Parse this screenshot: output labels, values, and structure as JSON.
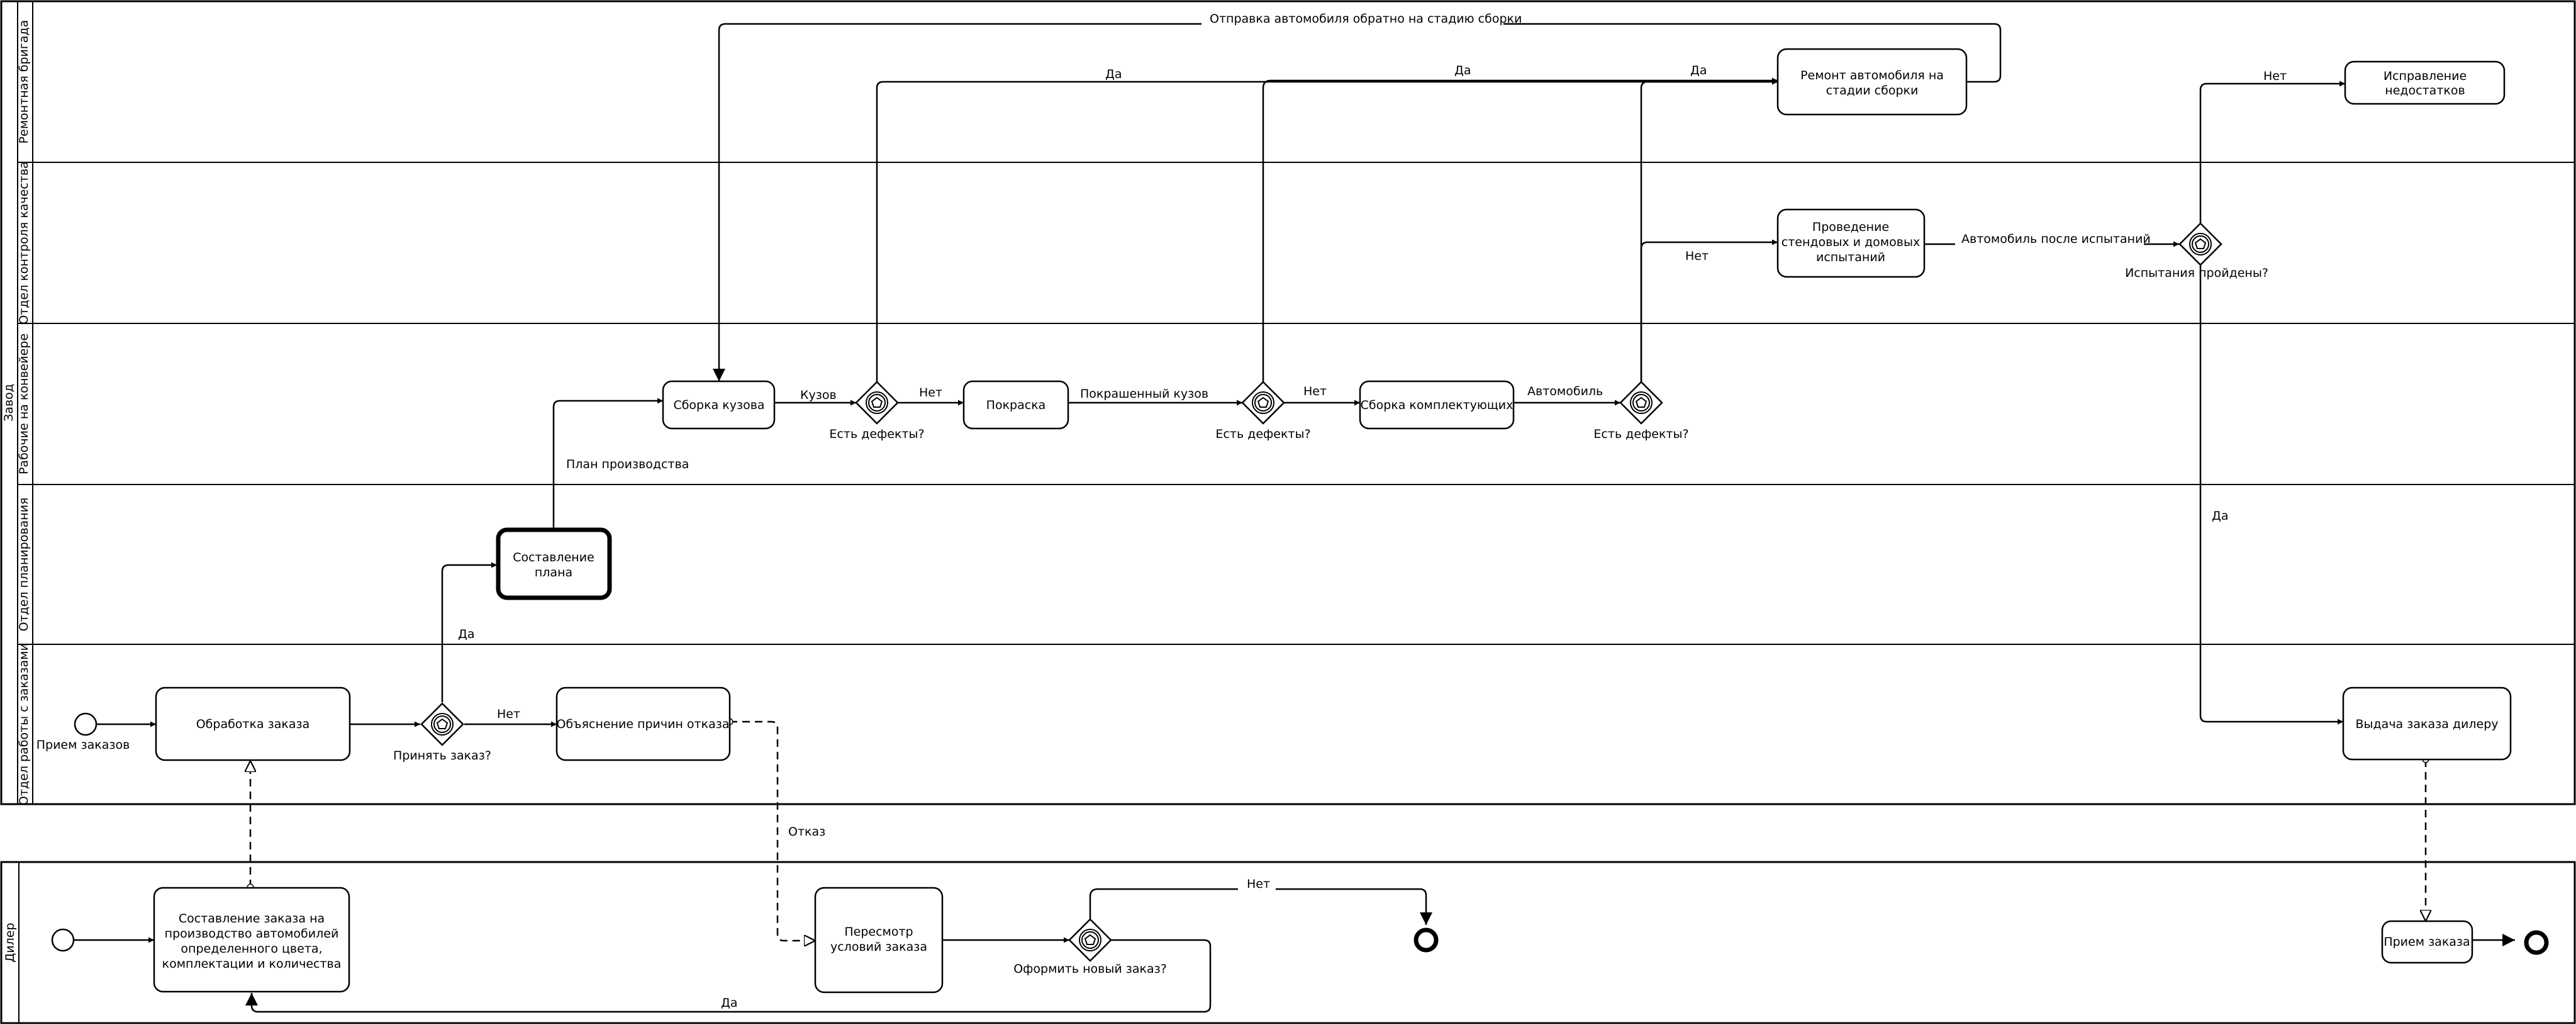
{
  "pools": {
    "factory": "Завод",
    "dealer": "Дилер"
  },
  "lanes": {
    "repair": "Ремонтная бригада",
    "quality": "Отдел контроля качества",
    "assembly": "Рабочие на конвейере",
    "planning": "Отдел планирования",
    "orders": "Отдел работы с заказами"
  },
  "tasks": {
    "body_assembly": "Сборка кузова",
    "painting": "Покраска",
    "components_assembly": "Сборка комплектующих",
    "repair_line1": "Ремонт автомобиля на",
    "repair_line2": "стадии сборки",
    "testing_line1": "Проведение",
    "testing_line2": "стендовых и домовых",
    "testing_line3": "испытаний",
    "fix_line1": "Исправление",
    "fix_line2": "недостатков",
    "plan_line1": "Составление",
    "plan_line2": "плана",
    "order_processing": "Обработка заказа",
    "explain_reject": "Объяснение причин отказа",
    "deliver_to_dealer": "Выдача заказа дилеру",
    "compose_line1": "Составление заказа на",
    "compose_line2": "производство автомобилей",
    "compose_line3": "определенного цвета,",
    "compose_line4": "комплектации и количества",
    "revise_line1": "Пересмотр",
    "revise_line2": "условий заказа",
    "receive_order": "Прием заказа"
  },
  "gateways": {
    "defects1": "Есть дефекты?",
    "defects2": "Есть дефекты?",
    "defects3": "Есть дефекты?",
    "tests_passed": "Испытания пройдены?",
    "accept_order": "Принять заказ?",
    "new_order": "Оформить новый заказ?"
  },
  "events": {
    "orders_start": "Прием заказов"
  },
  "flow_labels": {
    "send_back": "Отправка автомобиля обратно на стадию сборки",
    "yes1": "Да",
    "yes2": "Да",
    "yes3": "Да",
    "no_fix": "Нет",
    "body": "Кузов",
    "no1": "Нет",
    "painted_body": "Покрашенный кузов",
    "no2": "Нет",
    "car": "Автомобиль",
    "no3": "Нет",
    "after_tests": "Автомобиль после испытаний",
    "prod_plan": "План производства",
    "yes_tests": "Да",
    "yes_accept": "Да",
    "no_accept": "Нет",
    "refusal": "Отказ",
    "no_new": "Нет",
    "yes_new": "Да"
  }
}
